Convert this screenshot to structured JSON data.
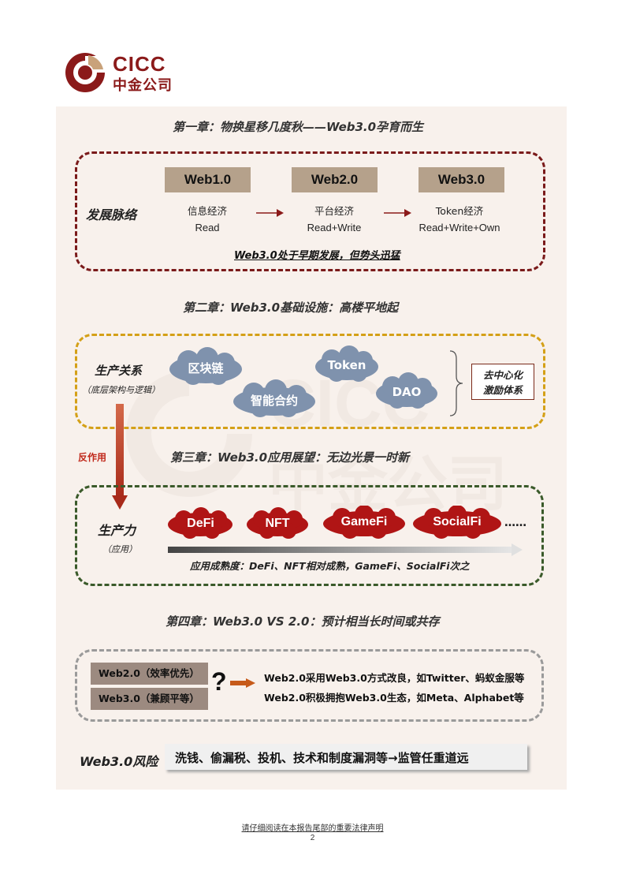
{
  "logo": {
    "en": "CICC",
    "cn": "中金公司",
    "watermark_en": "CICC",
    "watermark_cn": "中金公司"
  },
  "chapter1": {
    "title": "第一章：物换星移几度秋——Web3.0孕育而生",
    "side_label": "发展脉络",
    "stages": [
      {
        "name": "Web1.0",
        "economy": "信息经济",
        "mode": "Read"
      },
      {
        "name": "Web2.0",
        "economy": "平台经济",
        "mode": "Read+Write"
      },
      {
        "name": "Web3.0",
        "economy": "Token经济",
        "mode": "Read+Write+Own"
      }
    ],
    "summary": "Web3.0处于早期发展，但势头迅猛"
  },
  "chapter2": {
    "title": "第二章：Web3.0基础设施：高楼平地起",
    "label": "生产关系",
    "sublabel": "（底层架构与逻辑）",
    "clouds": [
      "区块链",
      "Token",
      "智能合约",
      "DAO"
    ],
    "result_box": [
      "去中心化",
      "激励体系"
    ]
  },
  "feedback_label": "反作用",
  "chapter3": {
    "title": "第三章：Web3.0应用展望：无边光景一时新",
    "label": "生产力",
    "sublabel": "（应用）",
    "apps": [
      "DeFi",
      "NFT",
      "GameFi",
      "SocialFi"
    ],
    "ellipsis": "……",
    "maturity": "应用成熟度：DeFi、NFT相对成熟，GameFi、SocialFi次之"
  },
  "chapter4": {
    "title": "第四章：Web3.0 VS 2.0：预计相当长时间或共存",
    "buttons": [
      "Web2.0（效率优先）",
      "Web3.0（兼顾平等）"
    ],
    "question": "?",
    "lines": [
      "Web2.0采用Web3.0方式改良，如Twitter、蚂蚁金服等",
      "Web2.0积极拥抱Web3.0生态，如Meta、Alphabet等"
    ]
  },
  "risk": {
    "label": "Web3.0风险",
    "text": "洗钱、偷漏税、投机、技术和制度漏洞等→监管任重道远"
  },
  "footer": {
    "note": "请仔细阅读在本报告尾部的重要法律声明",
    "page": "2"
  }
}
